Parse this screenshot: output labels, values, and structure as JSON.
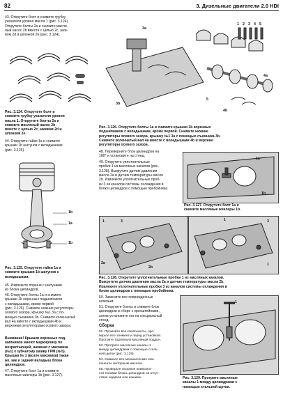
{
  "header": {
    "page_number": "82",
    "chapter": "3. Дизельные двигатели 2.0 HDI"
  },
  "left": {
    "p43": "43. Открутите болт и снимите трубку\nуказателя уровня масла 1 (рис. 3.124).\nОткрутите болты 2а и снимите масля-\nный насос 2b вместе с цепью 2с, шки-\nвом 2d и шпонкой 2е (рис. 3.124).",
    "fig124_caption": "Рис. 3.124. Открутите болт и\nснимите трубку указателя уровня\nмасла 1. Открутите болты 2а и\nснимите масляный насос 2b\nвместе с цепью 2с, шкивом 2d и\nшпонкой 2е.",
    "p44": "44. Открутите гайки 1а и снимите\nкрышки 1b шатунов с вкладышами\n(рис. 3.125).",
    "fig125_caption": "Рис. 3.125. Открутите гайки 1а и\nснимите крышки 1b шатунов с\nвкладышами.",
    "fig125_labels": [
      "1b",
      "1a",
      "1b"
    ],
    "p45": "45. Извлеките поршни с шатунами\nиз блока цилиндров.",
    "p46": "46. Открутите болты 1а и снимите\nкрышки 1b коренных подшипников\nс вкладышами, кроме первой\n(рис. 3.126). Снимите нижние регуляторы\nосевого зазора, крышку №1 3а с по-\nмощью съемника 3b. Снимите коленчатый\nвал 4а вместе с вкладышами 4b и\nверхними регуляторами осевого зазора.",
    "note": "Внимание! Крышки коренных под-\nшипников имеют маркировку по\nвозрастающей, начиная с маховика\n(№1) к зубчатому шкиву ГРМ (№5).\nКрышка № 1 (возле маховика) такая\nже, как и задний вкладыш блока\nцилиндров.",
    "p47": "47. Открутите болт 1а и снимите\nмасляные жиклеры 1b (рис. 3.127)."
  },
  "right": {
    "fig126_caption": "Рис. 3.126. Открутите болты 1а и снимите крышки 1b коренных\nподшипников с вкладышами, кроме первой. Снимите нижние\nрегуляторы осевого зазора, крышку №1 3а с помощью съемника 3b.\nСнимите коленчатый вал 4а вместе с вкладышами 4b и верхние\nрегуляторы осевого зазора.",
    "fig126_labels": [
      "3a",
      "1",
      "2",
      "3",
      "4",
      "5",
      "4a",
      "5",
      "3b",
      "4b"
    ],
    "p48": "48. Переверните блок цилиндров на\n180° и установите на стенд.",
    "p49": "49. Открутите уплотнительные\nпробки 1 из масляных каналов (рис.\n3.128). Выкрутите датчик давления\nмасла 2а и датчик температуры масла\n2b. Извлеките уплотнительные проб-\nки 3 из каналов системы охлаждения в\nблоке цилиндров с помощью пробойника.",
    "fig127_caption": "Рис. 3.127. Открутите болт 1а и\nснимите масляные жиклеры 1b.",
    "fig127_labels": [
      "1a",
      "1b"
    ],
    "fig128_caption": "Рис. 3.128. Открутите уплотнительные пробки 1 из масляных каналов.\nВыкрутите датчик давления масла 2а и датчик температуры масла 2b.\nИзвлеките уплотнительные пробки 3 из каналов системы охлаждения в\nблоке цилиндров с помощью пробойника.",
    "fig128_labels": [
      "1",
      "3",
      "2a",
      "2b",
      "1",
      "3",
      "1"
    ],
    "p50": "50. Замените все поврежденные\nшпильки.",
    "p51": "51. Открутите болты и снимите блок\nцилиндров в сборе с кронштейнами,\nзатем установите его на специальный\nстенд.",
    "assembly_heading": "Сборка",
    "p52": "52. Промойте все компоненты, про-\nверьте все элементы перед установкой.\nПротрите тщательно масляный поддон.",
    "p53": "53. Протрите масляные каналы 1\nмежду цилиндрами с помощью сталь-\nной щетки (рис. 3.129).",
    "p54": "54. Смажьте все механические ком-\nпоненты моторным маслом.",
    "p55": "55. Проверьте опорные поверхно-\nсти головки блока цилиндров на отсут-\nствие задиров или канавок.",
    "fig129_caption": "Рис. 3.129. Протрите масляные\nканалы 1 между цилиндрами с\nпомощью стальной щетки.",
    "fig129_labels": [
      "1"
    ]
  }
}
